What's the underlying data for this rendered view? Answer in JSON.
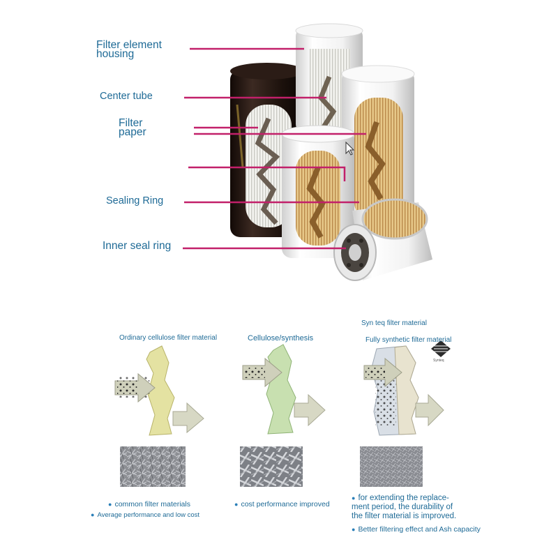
{
  "labels": {
    "filter_element_housing": [
      "Filter element",
      "housing"
    ],
    "center_tube": "Center tube",
    "filter_paper": [
      "Filter",
      "paper"
    ],
    "sealing_ring": "Sealing Ring",
    "inner_seal_ring": "Inner seal ring"
  },
  "materials": [
    {
      "heading": "Ordinary cellulose filter material",
      "bullets": [
        "common filter materials",
        "Average performance and low cost"
      ]
    },
    {
      "heading": "Cellulose/synthesis",
      "bullets": [
        "cost performance improved"
      ]
    },
    {
      "heading_top": "Syn teq filter material",
      "heading": "Fully synthetic filter material",
      "bullets": [
        "for extending the replace-",
        "ment period, the durability of",
        "the filter material is improved.",
        "Better filtering effect and Ash capacity"
      ]
    }
  ],
  "logo_text": "Synteq",
  "colors": {
    "text": "#1e6a96",
    "callout_line": "#c2206a",
    "cellulose": "#e4e2a2",
    "blend": "#c8e0b0",
    "synthetic": "#d9dfe6",
    "arrow": "#d7d8c4"
  }
}
